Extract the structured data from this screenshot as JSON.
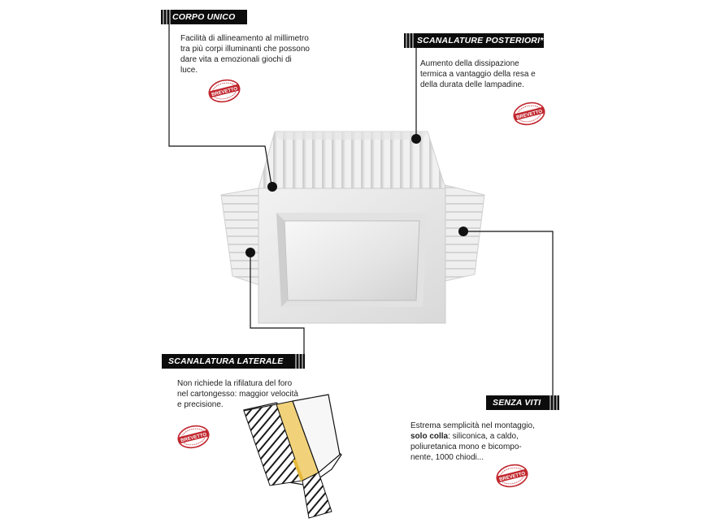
{
  "callouts": {
    "corpo_unico": {
      "title": "CORPO UNICO",
      "text_lines": [
        "Facilità di allineamento al millimetro",
        "tra più corpi illuminanti che possono",
        "dare vita a emozionali giochi di",
        "luce."
      ]
    },
    "scanalature_posteriori": {
      "title": "SCANALATURE POSTERIORI*",
      "text_lines": [
        "Aumento della dissipazione",
        "termica a vantaggio della resa e",
        "della durata delle lampadine."
      ]
    },
    "scanalatura_laterale": {
      "title": "SCANALATURA LATERALE",
      "text_lines": [
        "Non richiede la rifilatura del foro",
        "nel cartongesso: maggior velocità",
        "e precisione."
      ]
    },
    "senza_viti": {
      "title": "SENZA VITI",
      "line1": "Estrema semplicità nel montaggio,",
      "line2_bold": "solo colla",
      "line2_rest": ": siliconica, a caldo,",
      "line3": "poliuretanica mono e bicompo-",
      "line4": "nente, 1000 chiodi..."
    }
  },
  "stamp_text": "BREVETTO",
  "colors": {
    "tag_bg": "#0c0c0c",
    "stamp": "#c0262d",
    "body_text": "#222222"
  }
}
